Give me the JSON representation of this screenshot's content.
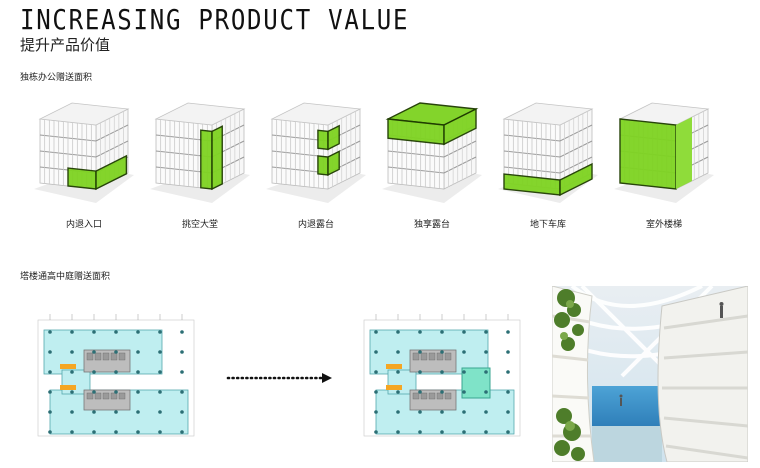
{
  "header": {
    "title_en": "INCREASING PRODUCT VALUE",
    "title_cn": "提升产品价值"
  },
  "section1": {
    "label": "独栋办公赠送面积",
    "buildings": [
      {
        "label": "内退入口",
        "highlight": "bottom-front"
      },
      {
        "label": "挑空大堂",
        "highlight": "front-vertical"
      },
      {
        "label": "内退露台",
        "highlight": "front-steps"
      },
      {
        "label": "独享露台",
        "highlight": "top"
      },
      {
        "label": "地下车库",
        "highlight": "base"
      },
      {
        "label": "室外楼梯",
        "highlight": "side-full"
      }
    ]
  },
  "section2": {
    "label": "塔楼通高中庭赠送面积"
  },
  "colors": {
    "green": "#7ed321",
    "green_dark": "#1f3d00",
    "plan_cyan": "#bfeef0",
    "plan_cyan_highlight": "#7fe3c8",
    "core_gray": "#8e8e8e",
    "accent_orange": "#f5a623"
  }
}
